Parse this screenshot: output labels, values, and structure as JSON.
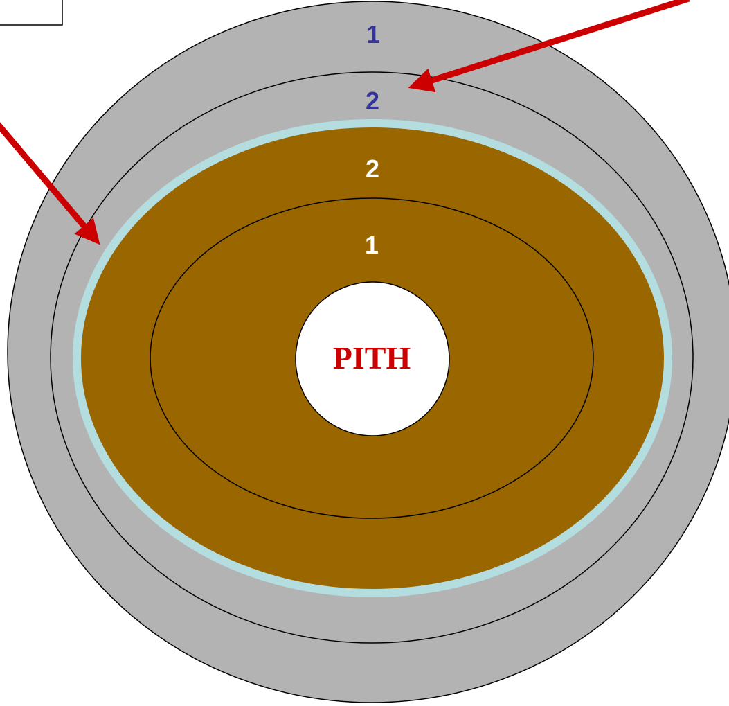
{
  "diagram": {
    "labels": {
      "bark_ring_1": "1",
      "bark_ring_2": "2",
      "wood_ring_2": "2",
      "wood_ring_1": "1",
      "pith": "PITH"
    },
    "colors": {
      "bark": "#b3b3b3",
      "wood": "#996600",
      "cambium": "#b4dde0",
      "pith": "#ffffff",
      "outline": "#000000",
      "arrow": "#cc0000",
      "bark_label": "#333399",
      "wood_label": "#ffffff",
      "pith_label": "#cc0000"
    }
  }
}
